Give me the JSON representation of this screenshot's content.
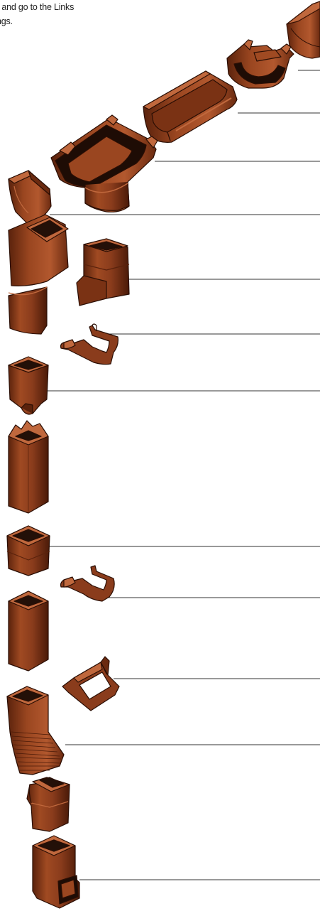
{
  "intro": {
    "line1": "k and go to the Links",
    "line2": "ngs."
  },
  "colors": {
    "body": "#8a3c1c",
    "dark": "#4a1a08",
    "light": "#c0683d",
    "inner": "#231008",
    "leader": "#333333"
  },
  "parts": [
    {
      "name": "gutter-stop-end-right",
      "icon": "stop-end-icon"
    },
    {
      "name": "gutter-union-bracket",
      "icon": "union-icon"
    },
    {
      "name": "gutter-length",
      "icon": "gutter-length-icon"
    },
    {
      "name": "gutter-running-outlet",
      "icon": "outlet-icon"
    },
    {
      "name": "gutter-stop-end-left",
      "icon": "stop-end-icon"
    },
    {
      "name": "downpipe-offset-bend",
      "icon": "bend-icon"
    },
    {
      "name": "downpipe-clip-small",
      "icon": "clip-icon"
    },
    {
      "name": "downpipe-shoe-top",
      "icon": "shoe-icon"
    },
    {
      "name": "downpipe-length-long",
      "icon": "pipe-icon"
    },
    {
      "name": "downpipe-socket",
      "icon": "socket-icon"
    },
    {
      "name": "downpipe-clip-medium",
      "icon": "clip-icon"
    },
    {
      "name": "downpipe-length-short",
      "icon": "pipe-icon"
    },
    {
      "name": "downpipe-bracket",
      "icon": "bracket-icon"
    },
    {
      "name": "downpipe-flexible",
      "icon": "flexible-icon"
    },
    {
      "name": "downpipe-offset-lower",
      "icon": "bend-icon"
    },
    {
      "name": "downpipe-shoe",
      "icon": "shoe-icon"
    }
  ]
}
